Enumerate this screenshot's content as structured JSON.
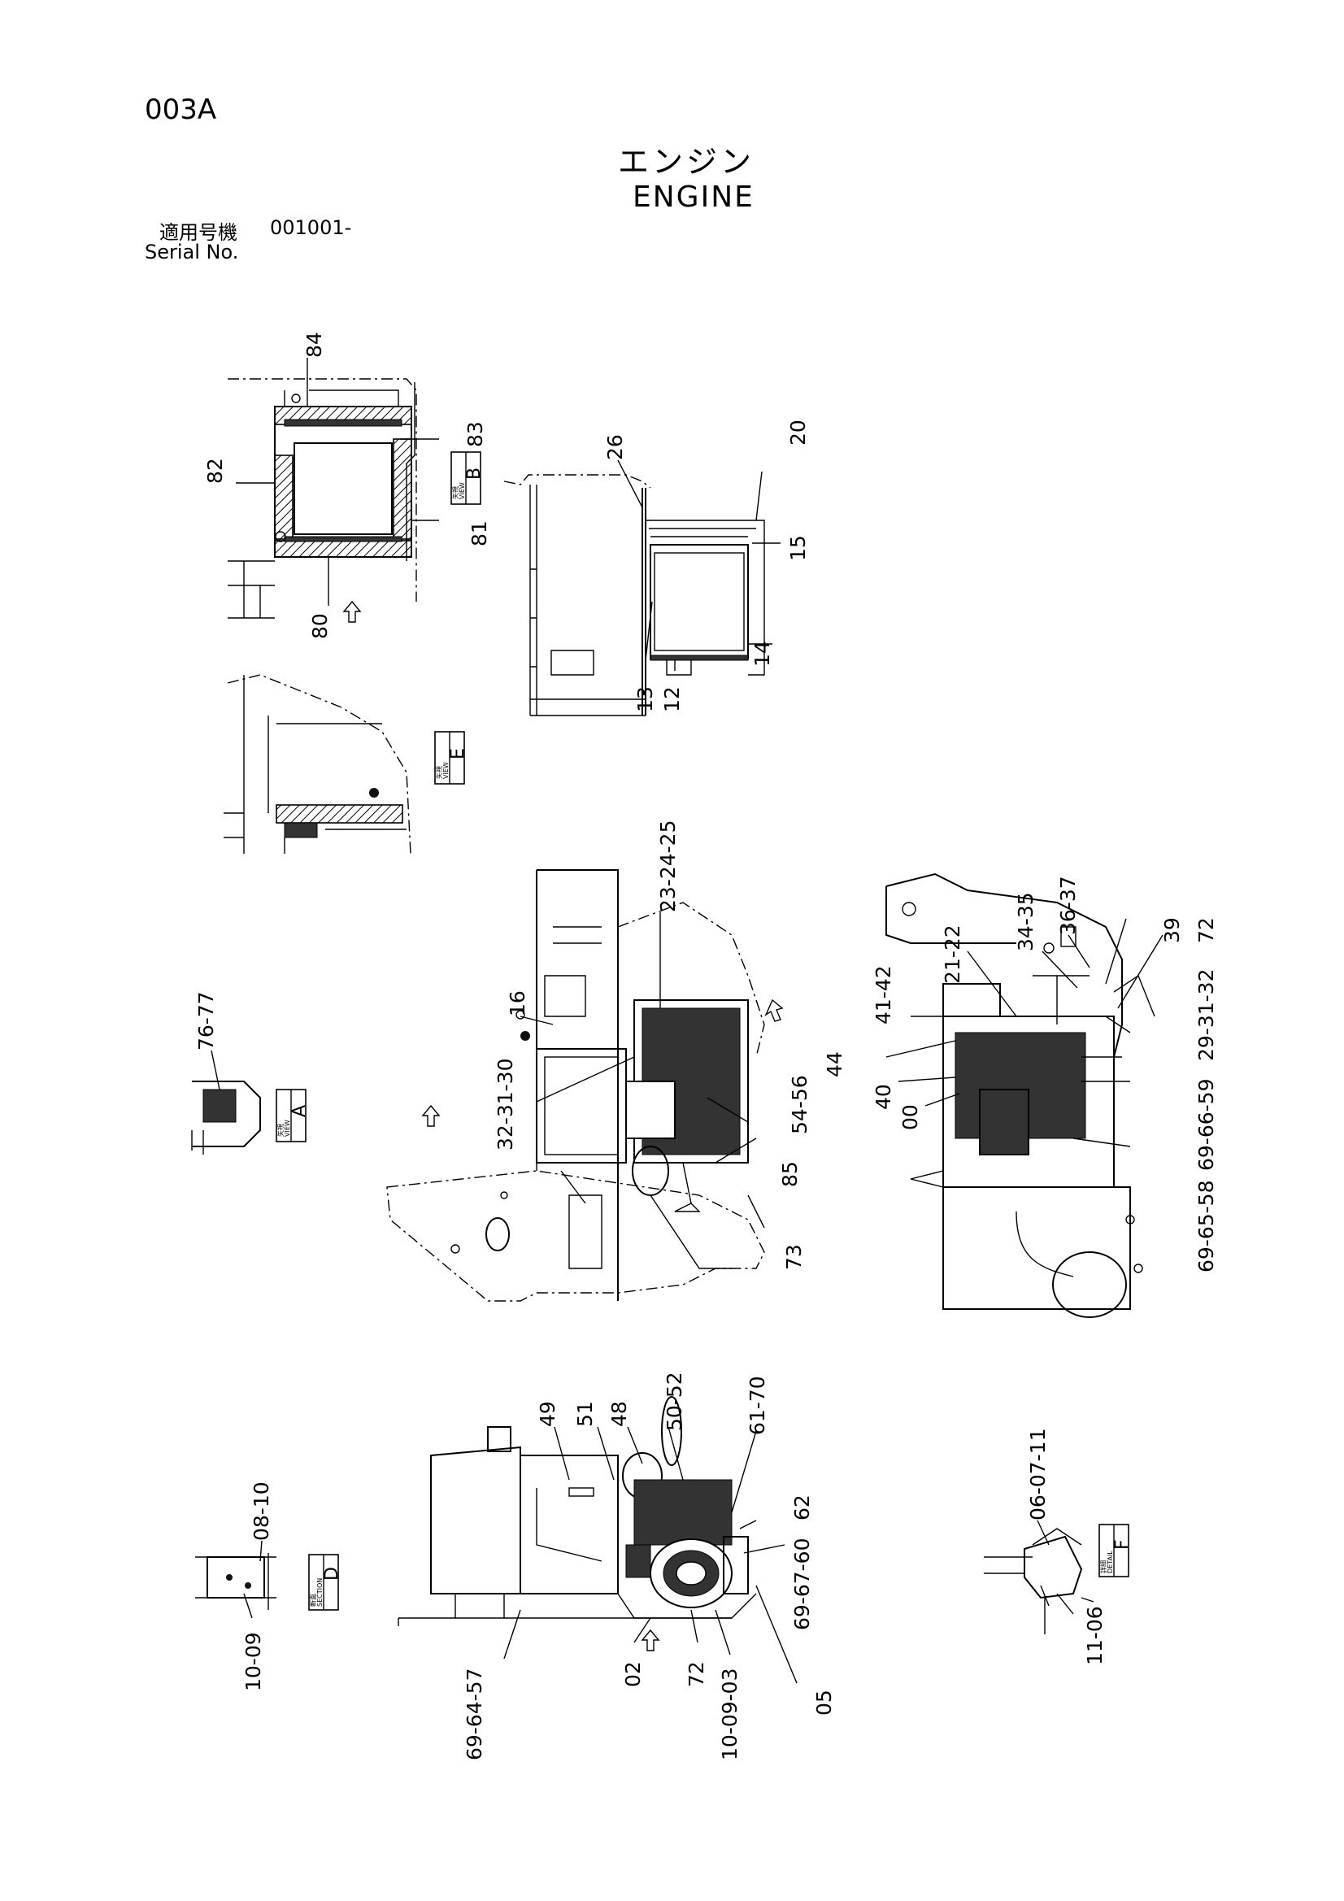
{
  "header": {
    "page_no": "003A",
    "title_jp": "エンジン",
    "title_en": "ENGINE",
    "serial_label_jp": "適用号機",
    "serial_value": "001001-",
    "serial_label_en": "Serial No."
  },
  "views": {
    "view_b": {
      "letter": "B",
      "jp": "矢視",
      "en": "VIEW"
    },
    "view_e": {
      "letter": "E",
      "jp": "矢視",
      "en": "VIEW"
    },
    "view_a": {
      "letter": "A",
      "jp": "矢視",
      "en": "VIEW"
    },
    "section_d": {
      "letter": "D",
      "jp": "断面",
      "en": "SECTION"
    },
    "detail_f": {
      "letter": "F",
      "jp": "詳細",
      "en": "DETAIL"
    }
  },
  "callouts": {
    "c84": "84",
    "c83": "83",
    "c82": "82",
    "c81": "81",
    "c80": "80",
    "c26": "26",
    "c20": "20",
    "c15": "15",
    "c14": "14",
    "c13": "13",
    "c12": "12",
    "c76_77": "76-77",
    "c23_24_25": "23-24-25",
    "c16": "16",
    "c32_31_30": "32-31-30",
    "c54_56": "54-56",
    "c85": "85",
    "c73": "73",
    "c36_37": "36-37",
    "c34_35": "34-35",
    "c21_22": "21-22",
    "c41_42": "41-42",
    "c44": "44",
    "c40": "40",
    "c00": "00",
    "c39": "39",
    "c72a": "72",
    "c29_31_32": "29-31-32",
    "c69_66_59": "69-66-59",
    "c69_65_58": "69-65-58",
    "c49": "49",
    "c51": "51",
    "c48": "48",
    "c50_52": "50-52",
    "c61_70": "61-70",
    "c62": "62",
    "c69_67_60": "69-67-60",
    "c05": "05",
    "c10_09_03": "10-09-03",
    "c72b": "72",
    "c02": "02",
    "c69_64_57": "69-64-57",
    "c08_10": "08-10",
    "c10_09": "10-09",
    "c06_07_11": "06-07-11",
    "c11_06": "11-06"
  }
}
